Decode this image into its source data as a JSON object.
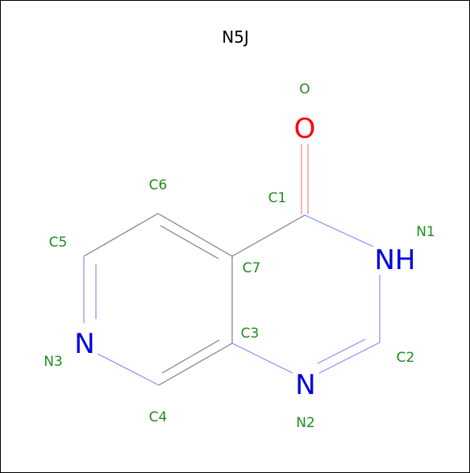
{
  "molecule": {
    "title": "N5J",
    "colors": {
      "carbon_label": "#1e8c1e",
      "oxygen": "#ff0000",
      "nitrogen": "#0000e0",
      "bond": "#808080",
      "bond_n": "#8a8aff",
      "bond_o": "#ff8080"
    },
    "atoms": [
      {
        "name": "O",
        "element": "O"
      },
      {
        "name": "C1",
        "element": "C"
      },
      {
        "name": "N1",
        "element": "NH"
      },
      {
        "name": "C2",
        "element": "C"
      },
      {
        "name": "N2",
        "element": "N"
      },
      {
        "name": "C3",
        "element": "C"
      },
      {
        "name": "C4",
        "element": "C"
      },
      {
        "name": "N3",
        "element": "N"
      },
      {
        "name": "C5",
        "element": "C"
      },
      {
        "name": "C6",
        "element": "C"
      },
      {
        "name": "C7",
        "element": "C"
      }
    ]
  }
}
